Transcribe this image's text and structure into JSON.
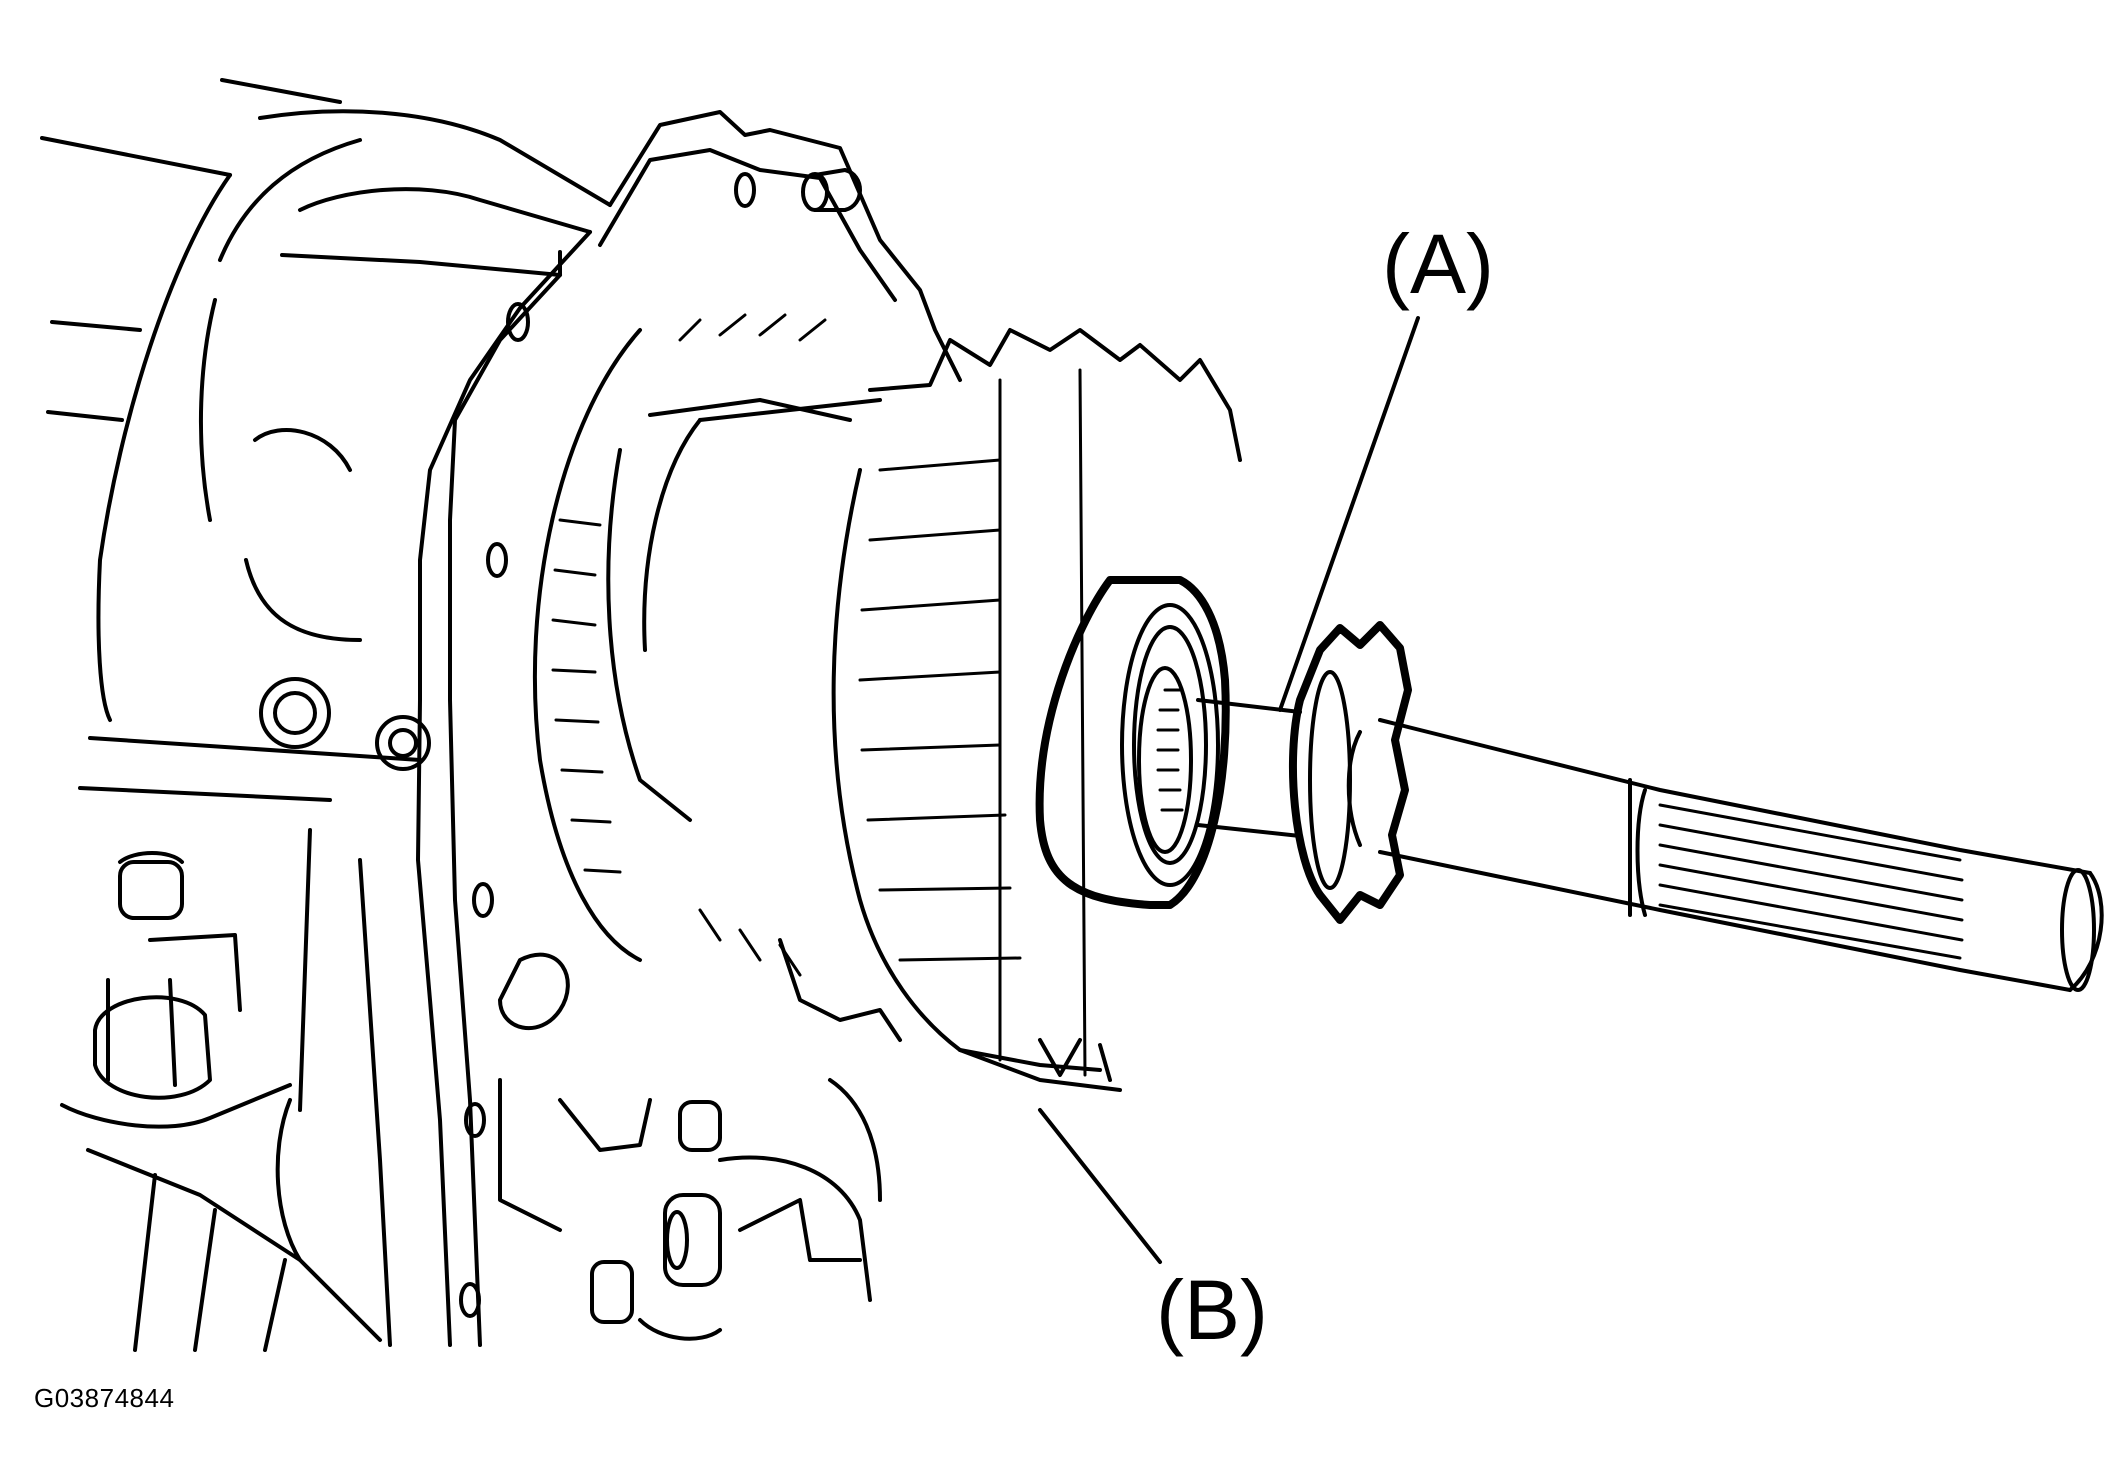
{
  "callouts": {
    "a": "(A)",
    "b": "(B)"
  },
  "figure_id": "G03874844",
  "colors": {
    "line": "#000000",
    "background": "#ffffff"
  }
}
